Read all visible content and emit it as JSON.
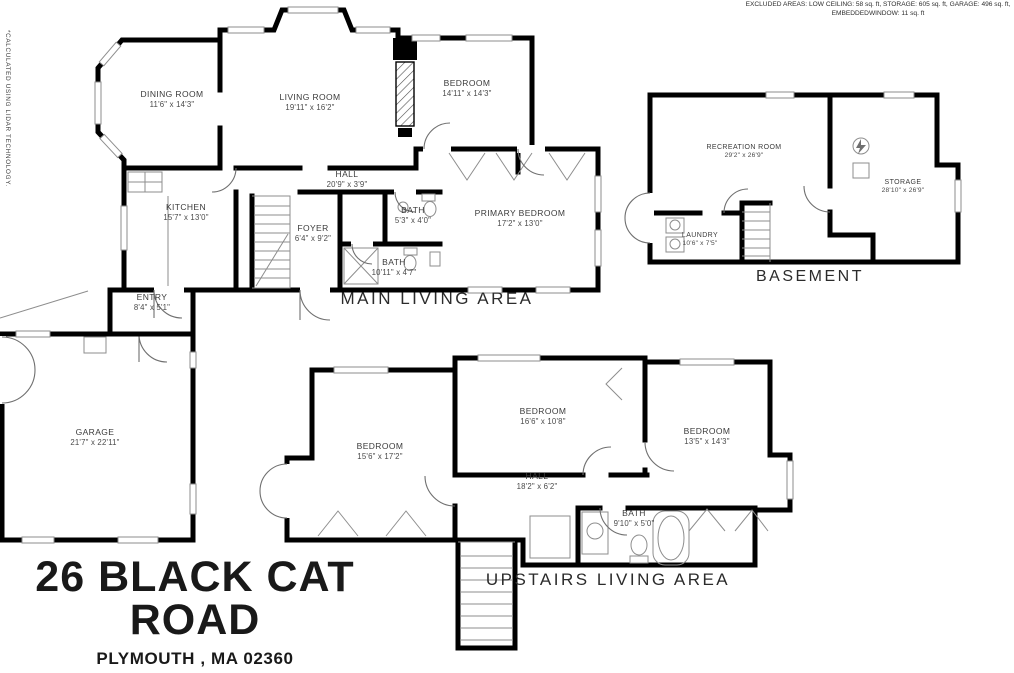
{
  "notes": {
    "top_line1": "EXCLUDED AREAS: LOW CEILING: 58 sq. ft, STORAGE: 605 sq. ft, GARAGE: 496 sq. ft,",
    "top_line2": "EMBEDDEDWINDOW: 11 sq. ft",
    "side_vertical": "*CALCULATED USING LIDAR TECHNOLOGY."
  },
  "address": {
    "line1": "26 BLACK CAT",
    "line2": "ROAD",
    "city": "PLYMOUTH , MA 02360"
  },
  "sections": {
    "main_living": {
      "label": "MAIN LIVING AREA"
    },
    "basement": {
      "label": "BASEMENT"
    },
    "upstairs": {
      "label": "UPSTAIRS LIVING AREA"
    }
  },
  "rooms": {
    "dining": {
      "name": "DINING ROOM",
      "dims": "11'6\" x 14'3\""
    },
    "living": {
      "name": "LIVING ROOM",
      "dims": "19'11\" x 16'2\""
    },
    "bedroom_main": {
      "name": "BEDROOM",
      "dims": "14'11\" x 14'3\""
    },
    "hall_main": {
      "name": "HALL",
      "dims": "20'9\" x 3'9\""
    },
    "kitchen": {
      "name": "KITCHEN",
      "dims": "15'7\" x 13'0\""
    },
    "foyer": {
      "name": "FOYER",
      "dims": "6'4\" x 9'2\""
    },
    "bath_small": {
      "name": "BATH",
      "dims": "5'3\" x 4'0\""
    },
    "bath_main": {
      "name": "BATH",
      "dims": "10'11\" x 4'7\""
    },
    "primary": {
      "name": "PRIMARY BEDROOM",
      "dims": "17'2\" x 13'0\""
    },
    "entry": {
      "name": "ENTRY",
      "dims": "8'4\" x 5'1\""
    },
    "recreation": {
      "name": "RECREATION ROOM",
      "dims": "29'2\" x 26'9\""
    },
    "storage": {
      "name": "STORAGE",
      "dims": "28'10\" x 26'9\""
    },
    "laundry": {
      "name": "LAUNDRY",
      "dims": "10'6\" x 7'5\""
    },
    "garage": {
      "name": "GARAGE",
      "dims": "21'7\" x 22'11\""
    },
    "bedroom_up_left": {
      "name": "BEDROOM",
      "dims": "15'6\" x 17'2\""
    },
    "bedroom_up_mid": {
      "name": "BEDROOM",
      "dims": "16'6\" x 10'8\""
    },
    "bedroom_up_right": {
      "name": "BEDROOM",
      "dims": "13'5\" x 14'3\""
    },
    "hall_up": {
      "name": "HALL",
      "dims": "18'2\" x 6'2\""
    },
    "bath_up": {
      "name": "BATH",
      "dims": "9'10\" x 5'0\""
    }
  },
  "colors": {
    "wall": "#000000",
    "thin_line": "#8d8d8d",
    "text": "#3b3b3b",
    "title": "#191919"
  }
}
